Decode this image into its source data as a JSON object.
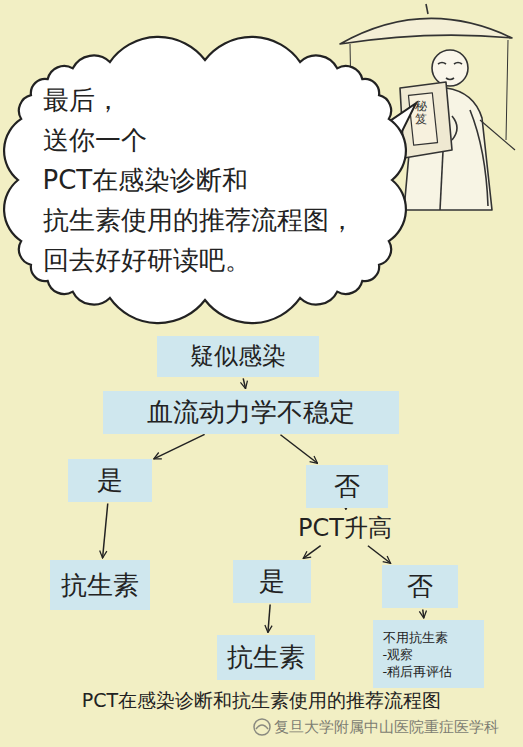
{
  "diagram": {
    "caption": "PCT在感染诊断和抗生素使用的推荐流程图",
    "nodes": [
      {
        "text": [
          "最后， 送你一个 PCT在感染诊断和 抗生素使用的推荐流程图， 回去好好研读吧。"
        ]
      },
      {
        "text": [
          "疑似感染"
        ]
      },
      {
        "text": [
          "血流动力学不稳定"
        ]
      },
      {
        "text": [
          "是"
        ]
      },
      {
        "text": [
          "否"
        ]
      },
      {
        "text": [
          "PCT升高"
        ]
      },
      {
        "text": [
          "抗生素"
        ]
      },
      {
        "text": [
          "是"
        ]
      },
      {
        "text": [
          "否"
        ]
      },
      {
        "text": [
          "抗生素"
        ]
      },
      {
        "text": [
          "不用抗生素 -观察 -稍后再评估"
        ]
      }
    ],
    "edges": [
      {
        "from": 1,
        "to": 2,
        "arrow": "to"
      },
      {
        "from": 2,
        "to": 3,
        "arrow": "to"
      },
      {
        "from": 2,
        "to": 4,
        "arrow": "to"
      },
      {
        "from": 3,
        "to": 6,
        "arrow": "to"
      },
      {
        "from": 4,
        "to": 5,
        "arrow": "to"
      },
      {
        "from": 5,
        "to": 7,
        "arrow": "to"
      },
      {
        "from": 5,
        "to": 8,
        "arrow": "to"
      },
      {
        "from": 7,
        "to": 9,
        "arrow": "to"
      },
      {
        "from": 8,
        "to": 10,
        "arrow": "to"
      }
    ],
    "labels": [
      "秘笈",
      "复旦大学附属中山医院重症医学科"
    ]
  }
}
